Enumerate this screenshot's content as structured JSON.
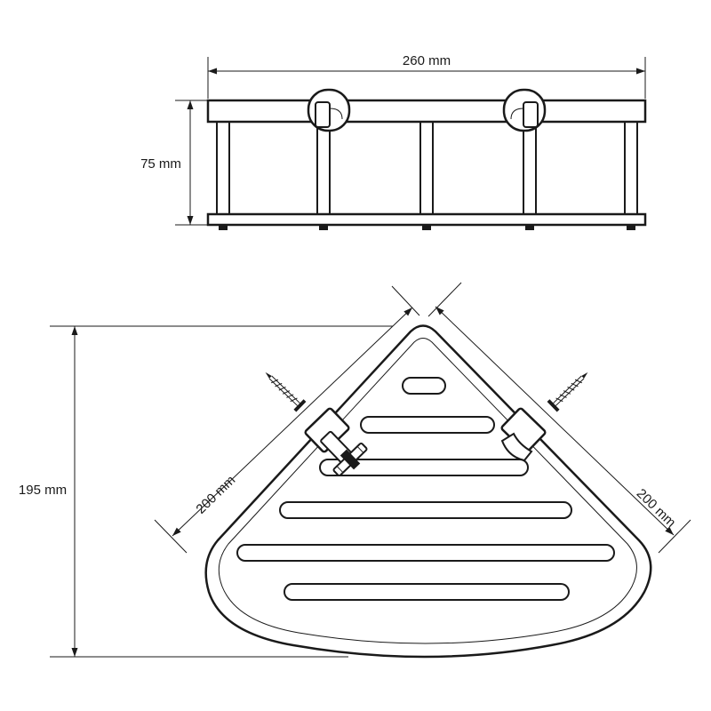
{
  "diagram": {
    "dimensions": {
      "width": "260 mm",
      "height": "75 mm",
      "depth": "195 mm",
      "side_left": "200 mm",
      "side_right": "200 mm"
    },
    "colors": {
      "line": "#1a1a1a",
      "background": "#ffffff"
    }
  }
}
